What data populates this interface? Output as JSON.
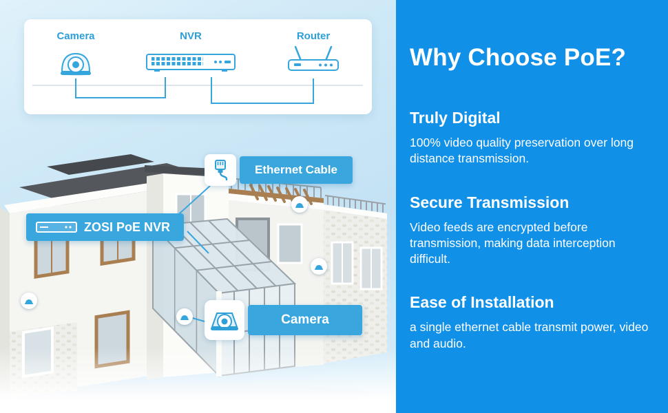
{
  "colors": {
    "left_background": "#cfe9f7",
    "right_panel_background": "#1190e8",
    "accent_blue": "#35a5de",
    "callout_box_blue": "#3aa6de",
    "diagram_label_blue": "#2b9fd9",
    "text_white": "#ffffff",
    "window_frame_brown": "#a97f52",
    "roof_gray": "#54585c"
  },
  "diagram": {
    "nodes": [
      {
        "label": "Camera",
        "icon": "dome-camera-icon"
      },
      {
        "label": "NVR",
        "icon": "nvr-icon"
      },
      {
        "label": "Router",
        "icon": "router-icon"
      }
    ]
  },
  "illustration": {
    "callouts": [
      {
        "label": "Ethernet Cable",
        "icon": "ethernet-cable-icon"
      },
      {
        "label": "ZOSI PoE NVR",
        "icon": "nvr-icon"
      },
      {
        "label": "Camera",
        "icon": "dome-camera-icon"
      }
    ]
  },
  "panel": {
    "title": "Why Choose PoE?",
    "sections": [
      {
        "heading": "Truly Digital",
        "body": "100% video quality preservation over long distance transmission."
      },
      {
        "heading": "Secure Transmission",
        "body": "Video feeds are encrypted before transmission, making data interception difficult."
      },
      {
        "heading": "Ease of Installation",
        "body": "a single ethernet cable transmit power, video and audio."
      }
    ]
  }
}
